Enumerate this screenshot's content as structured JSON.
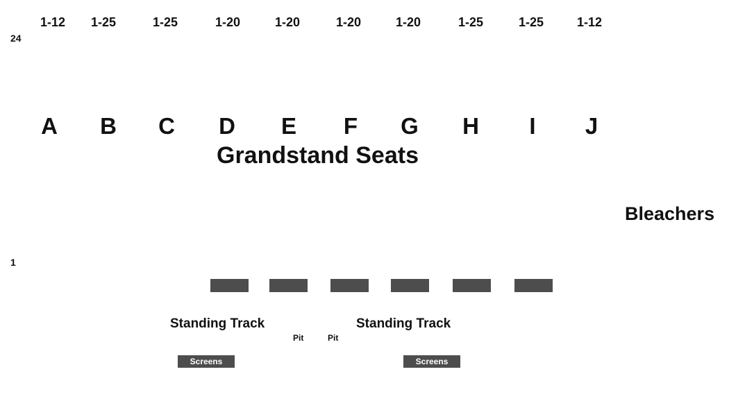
{
  "seat_ranges": [
    "1-12",
    "1-25",
    "1-25",
    "1-20",
    "1-20",
    "1-20",
    "1-20",
    "1-25",
    "1-25",
    "1-12"
  ],
  "sections": [
    "A",
    "B",
    "C",
    "D",
    "E",
    "F",
    "G",
    "H",
    "I",
    "J"
  ],
  "rows": {
    "top": "24",
    "bottom": "1"
  },
  "title": "Grandstand Seats",
  "bleachers": "Bleachers",
  "standing": {
    "left": "Standing Track",
    "right": "Standing Track"
  },
  "pits": [
    "Pit",
    "Pit"
  ],
  "screens": [
    "Screens",
    "Screens"
  ],
  "colors": {
    "block": "#4d4d4d",
    "text": "#111111",
    "background": "#ffffff"
  }
}
